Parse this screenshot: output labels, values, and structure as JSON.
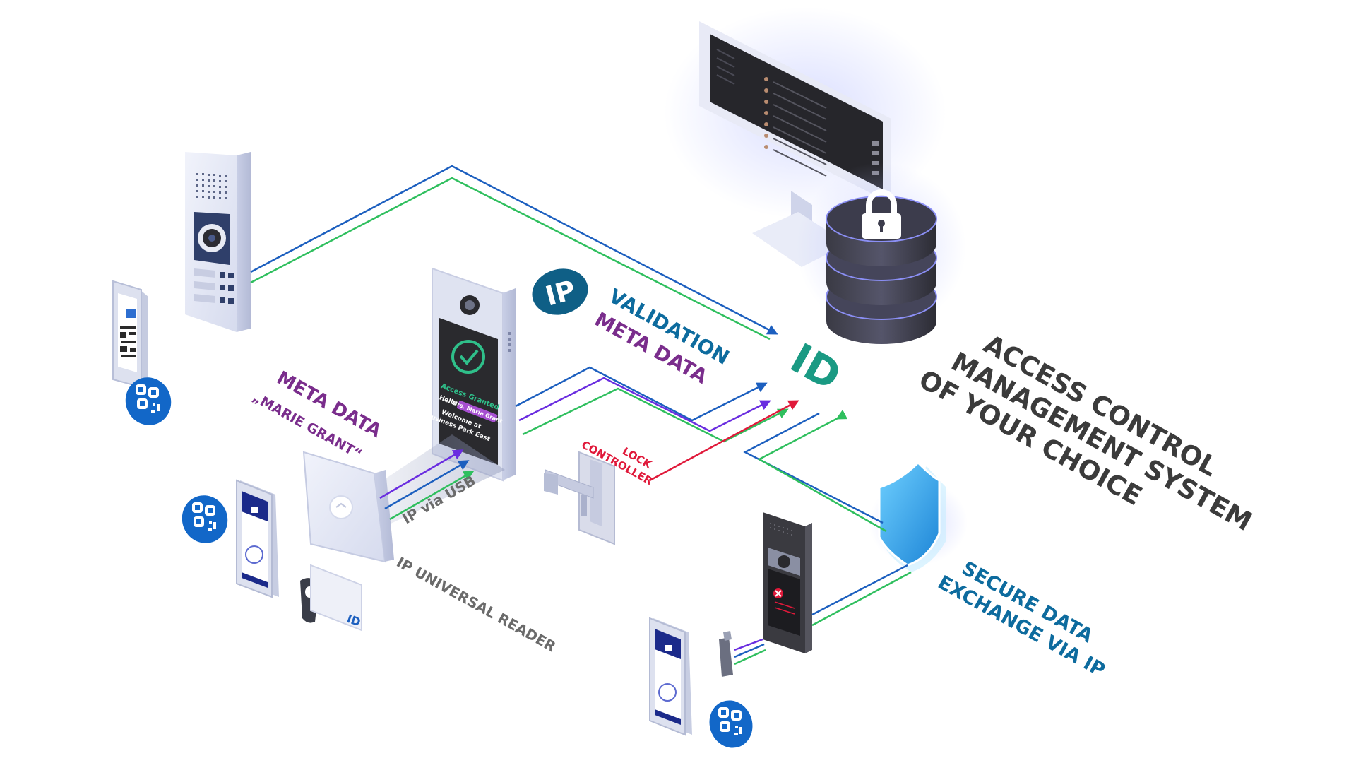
{
  "labels": {
    "access_control": [
      "ACCESS CONTROL",
      "MANAGEMENT SYSTEM",
      "OF YOUR CHOICE"
    ],
    "validation": "VALIDATION",
    "meta_data_top": "META DATA",
    "id_big": "ID",
    "ip_badge": "IP",
    "meta_data_left": "META DATA",
    "marie_grant": "„MARIE GRANT“",
    "ip_via_usb": "IP via USB",
    "lock_controller": [
      "LOCK",
      "CONTROLLER"
    ],
    "ip_universal_reader": "IP UNIVERSAL READER",
    "secure_data": [
      "SECURE DATA",
      "EXCHANGE VIA IP"
    ],
    "card_id": "ID"
  },
  "reader_screen": {
    "status": "Access Granted",
    "hello": "Hello",
    "name": "Mrs. Marie Grant",
    "welcome": "Welcome at",
    "place": "Business Park East"
  },
  "colors": {
    "blue_line": "#1c5fbf",
    "green_line": "#2fbf5e",
    "purple_line": "#6a2de0",
    "red_line": "#e0193a",
    "qr_badge": "#1267c8",
    "device_body": "#e6e9f5",
    "screen_dark": "#2a2a2e",
    "access_green": "#2fbf8a"
  },
  "icons": {
    "qr_badge": "qr-code-icon",
    "lock": "padlock-icon",
    "shield": "shield-icon",
    "check": "checkmark-icon",
    "camera": "camera-icon"
  }
}
